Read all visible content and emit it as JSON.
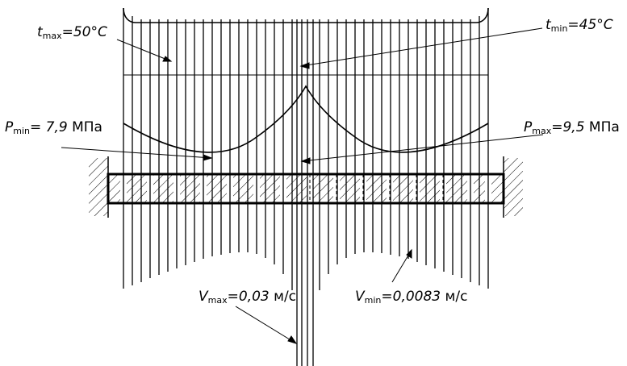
{
  "labels": {
    "t_max": {
      "symbol": "t",
      "sub": "max",
      "value": "=50°C"
    },
    "t_min": {
      "symbol": "t",
      "sub": "min",
      "value": "=45°C"
    },
    "p_min": {
      "symbol": "P",
      "sub": "min",
      "value": "= 7,9",
      "unit": " МПа"
    },
    "p_max": {
      "symbol": "P",
      "sub": "max",
      "value": "=9,5",
      "unit": " МПа"
    },
    "v_max": {
      "symbol": "V",
      "sub": "max",
      "value": "=0,03",
      "unit": " м/с"
    },
    "v_min": {
      "symbol": "V",
      "sub": "min",
      "value": "=0,0083",
      "unit": " м/с"
    }
  }
}
